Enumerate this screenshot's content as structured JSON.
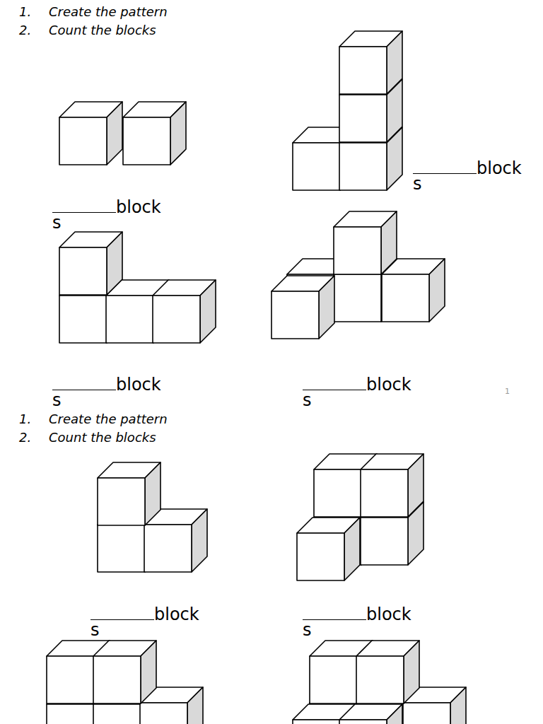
{
  "diagram": {
    "labels": [
      "1.",
      "Create the pattern",
      "2.",
      "Count the blocks",
      "block s",
      "block s",
      "block s",
      "block s",
      "1",
      "1.",
      "Create the pattern",
      "2.",
      "Count the blocks",
      "block s",
      "block s"
    ]
  }
}
